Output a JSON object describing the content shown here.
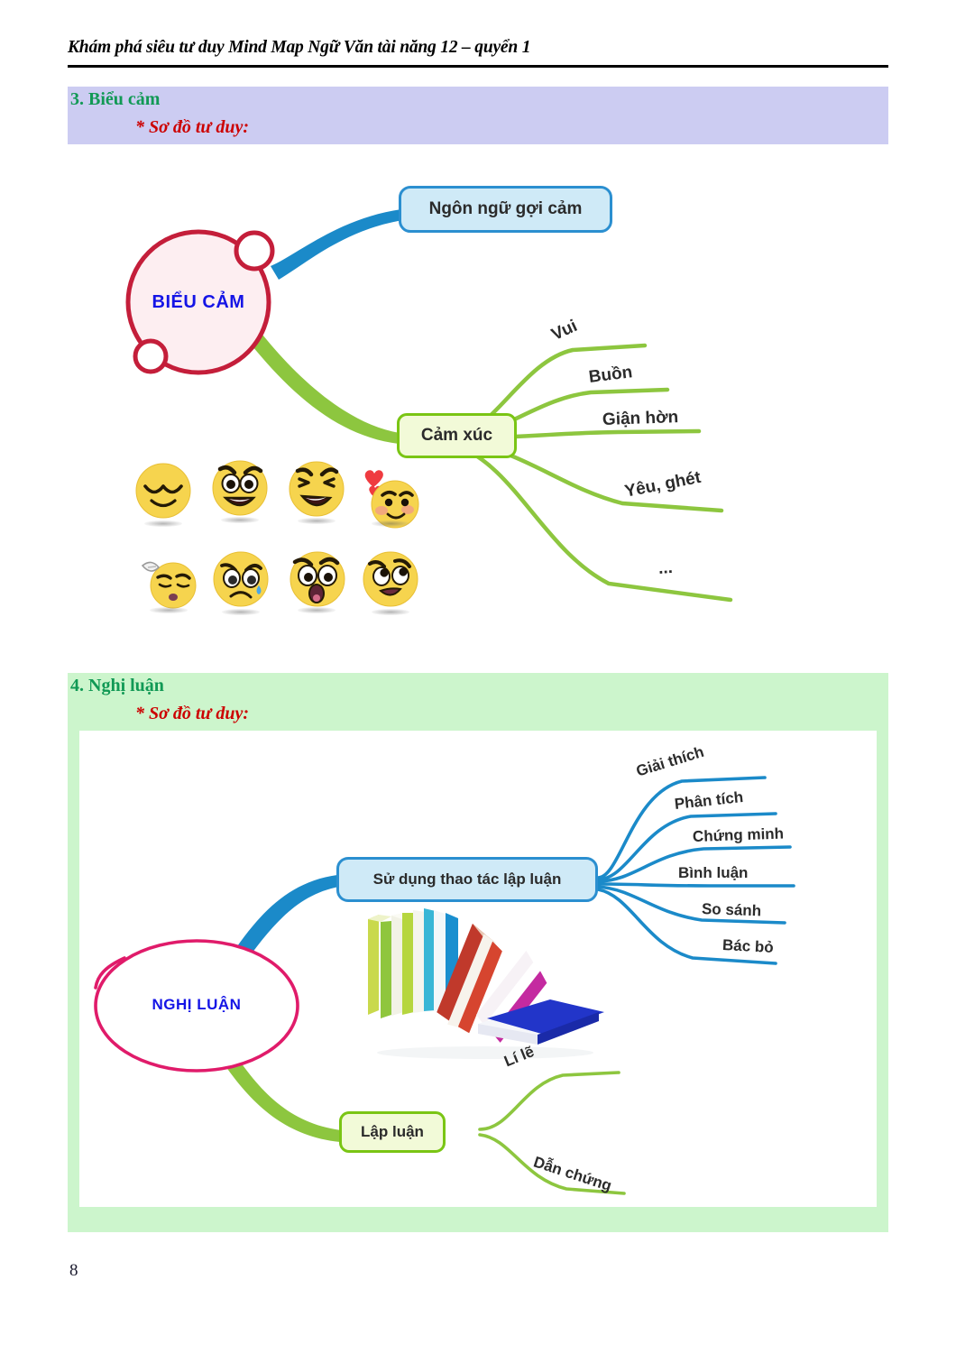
{
  "document": {
    "header_title": "Khám phá siêu tư duy Mind Map Ngữ Văn tài năng 12 – quyển 1",
    "page_number": "8"
  },
  "sections": [
    {
      "id": "section-3",
      "number_title": "3. Biểu cảm",
      "subtitle": "* Sơ đồ tư duy:",
      "band_color": "#ccccf2",
      "title_color": "#119955",
      "subtitle_color": "#cc0000",
      "mindmap": {
        "center": {
          "label": "BIỂU CẢM",
          "fill": "#fdeef1",
          "stroke": "#c41e3a",
          "text_color": "#1414e6"
        },
        "branches": [
          {
            "label": "Ngôn ngữ gợi cảm",
            "color": "#1b8ac9",
            "box_fill": "#cfeaf7",
            "children": []
          },
          {
            "label": "Cảm xúc",
            "color": "#7ac514",
            "box_fill": "#f2fad8",
            "children": [
              "Vui",
              "Buồn",
              "Giận hờn",
              "Yêu, ghét",
              "..."
            ]
          }
        ],
        "emoji_faces": [
          "sleepy-content-face",
          "big-grin-face",
          "laughing-face",
          "in-love-face",
          "sick-tired-face",
          "crying-face",
          "shocked-face",
          "mischievous-face"
        ]
      }
    },
    {
      "id": "section-4",
      "number_title": "4. Nghị luận",
      "subtitle": "* Sơ đồ tư duy:",
      "band_color": "#ccf5cc",
      "title_color": "#119955",
      "subtitle_color": "#cc0000",
      "mindmap": {
        "center": {
          "label": "NGHỊ LUẬN",
          "fill": "#ffffff",
          "stroke": "#e01b6a",
          "text_color": "#1414e6"
        },
        "branches": [
          {
            "label": "Sử dụng thao tác lập luận",
            "color": "#1b8ac9",
            "box_fill": "#cfeaf7",
            "children": [
              "Giải thích",
              "Phân tích",
              "Chứng minh",
              "Bình luận",
              "So sánh",
              "Bác bỏ"
            ]
          },
          {
            "label": "Lập luận",
            "color": "#7ac514",
            "box_fill": "#f2fad8",
            "children": [
              "Lí lẽ",
              "Dẫn chứng"
            ]
          }
        ],
        "illustration": "stack-of-books-image"
      }
    }
  ]
}
